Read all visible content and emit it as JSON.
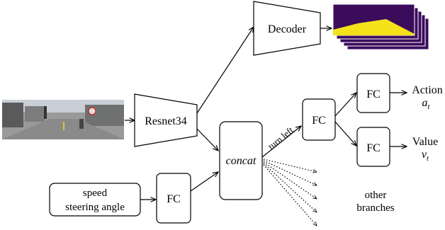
{
  "nodes": {
    "decoder": "Decoder",
    "resnet": "Resnet34",
    "concat": "concat",
    "fc_concat_out": "FC",
    "fc_action": "FC",
    "fc_value": "FC",
    "fc_input": "FC",
    "input_box_line1": "speed",
    "input_box_line2": "steering angle"
  },
  "outputs": {
    "action_label": "Action",
    "action_symbol": "a",
    "action_subscript": "t",
    "value_label": "Value",
    "value_symbol": "v",
    "value_subscript": "t"
  },
  "edges": {
    "branch_label": "turn left",
    "other_branches_line1": "other",
    "other_branches_line2": "branches"
  },
  "colors": {
    "seg_background": "#3b0b5c",
    "seg_foreground": "#f5e11a",
    "street_sky": "#c9cfd6",
    "street_road": "#8a8a8a"
  }
}
